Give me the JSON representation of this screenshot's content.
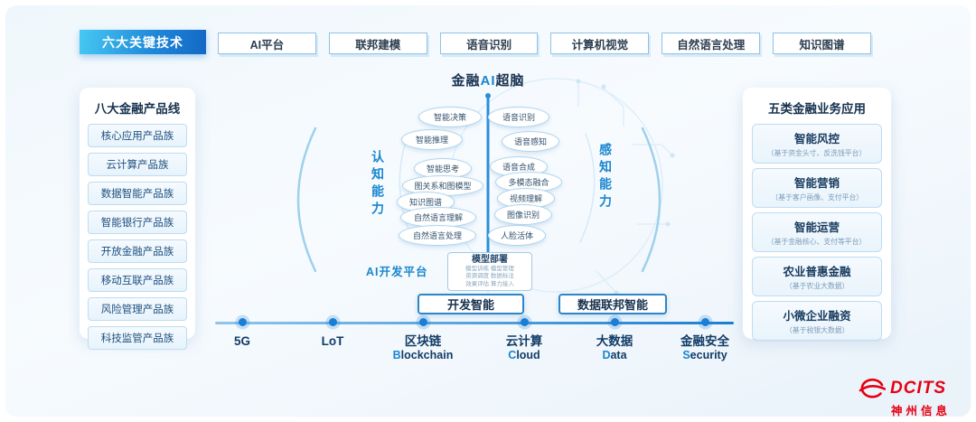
{
  "header": {
    "main_button": "六大关键技术",
    "tech_items": [
      "AI平台",
      "联邦建模",
      "语音识别",
      "计算机视觉",
      "自然语言处理",
      "知识图谱"
    ]
  },
  "left_panel": {
    "title": "八大金融产品线",
    "items": [
      "核心应用产品族",
      "云计算产品族",
      "数据智能产品族",
      "智能银行产品族",
      "开放金融产品族",
      "移动互联产品族",
      "风险管理产品族",
      "科技监管产品族"
    ]
  },
  "right_panel": {
    "title": "五类金融业务应用",
    "items": [
      {
        "title": "智能风控",
        "subtitle": "（基于资金头寸、反洗钱平台）"
      },
      {
        "title": "智能营销",
        "subtitle": "（基于客户画像、支付平台）"
      },
      {
        "title": "智能运营",
        "subtitle": "（基于金融核心、支付等平台）"
      },
      {
        "title": "农业普惠金融",
        "subtitle": "（基于农业大数据）"
      },
      {
        "title": "小微企业融资",
        "subtitle": "（基于税银大数据）"
      }
    ]
  },
  "center": {
    "title_parts": {
      "prefix": "金融",
      "ai": "AI",
      "suffix": "超脑"
    },
    "left_label": "认知能力",
    "right_label": "感知能力",
    "left_bubbles": [
      "智能决策",
      "智能推理",
      "智能思考",
      "图关系和图模型",
      "知识图谱",
      "自然语言理解",
      "自然语言处理"
    ],
    "right_bubbles": [
      "语音识别",
      "语音感知",
      "语音合成",
      "多模态融合",
      "视频理解",
      "图像识别",
      "人脸活体"
    ],
    "platform_label": "AI开发平台",
    "model_box": {
      "title": "模型部署",
      "lines": [
        "模型训练 模型管理",
        "资源调度 数据标注",
        "效果评估 算力接入"
      ]
    },
    "buttons": [
      "开发智能",
      "数据联邦智能"
    ]
  },
  "timeline": {
    "items": [
      {
        "label": "5G",
        "sub": ""
      },
      {
        "label": "LoT",
        "sub": ""
      },
      {
        "label": "区块链",
        "sub": "Blockchain"
      },
      {
        "label": "云计算",
        "sub": "Cloud"
      },
      {
        "label": "大数据",
        "sub": "Data"
      },
      {
        "label": "金融安全",
        "sub": "Security"
      }
    ]
  },
  "logo": {
    "brand": "DCITS",
    "company": "神州信息"
  }
}
